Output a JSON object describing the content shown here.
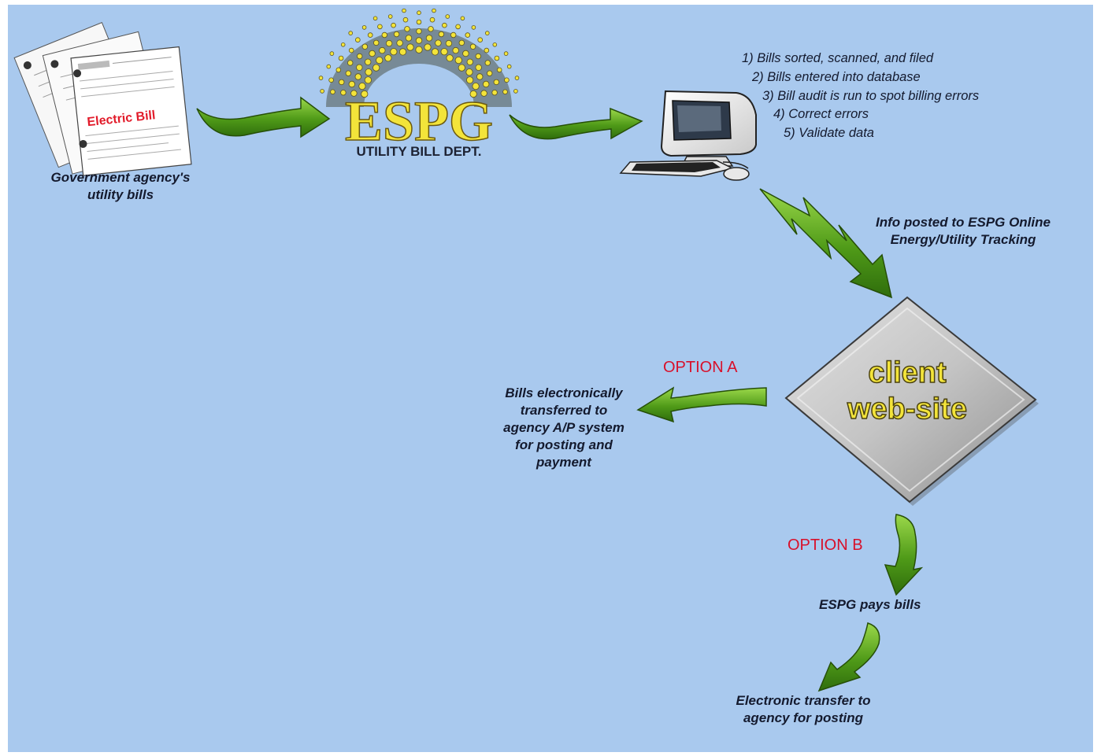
{
  "diagram": {
    "bills": {
      "bill_label": "Electric Bill",
      "caption_line1": "Government agency's",
      "caption_line2": "utility bills"
    },
    "espg": {
      "logo_text": "ESPG",
      "dept": "UTILITY BILL DEPT."
    },
    "computer": {
      "steps": [
        "1)  Bills sorted, scanned, and filed",
        "2)  Bills entered into database",
        "3)  Bill audit is run to spot billing errors",
        "4)  Correct errors",
        "5)  Validate data"
      ]
    },
    "posting": {
      "line1": "Info posted to ESPG Online",
      "line2": "Energy/Utility Tracking"
    },
    "client": {
      "line1": "client",
      "line2": "web-site"
    },
    "option_a": {
      "label": "OPTION A",
      "lines": [
        "Bills electronically",
        "transferred to",
        "agency A/P system",
        "for posting and",
        "payment"
      ]
    },
    "option_b": {
      "label": "OPTION B",
      "pays": "ESPG pays bills",
      "transfer_line1": "Electronic transfer to",
      "transfer_line2": "agency for posting"
    },
    "colors": {
      "background": "#a9c9ee",
      "arrow": "#5aa61e",
      "option_text": "#d8102a",
      "logo_yellow": "#f3e43a",
      "diamond": "#c7c7c7"
    }
  }
}
